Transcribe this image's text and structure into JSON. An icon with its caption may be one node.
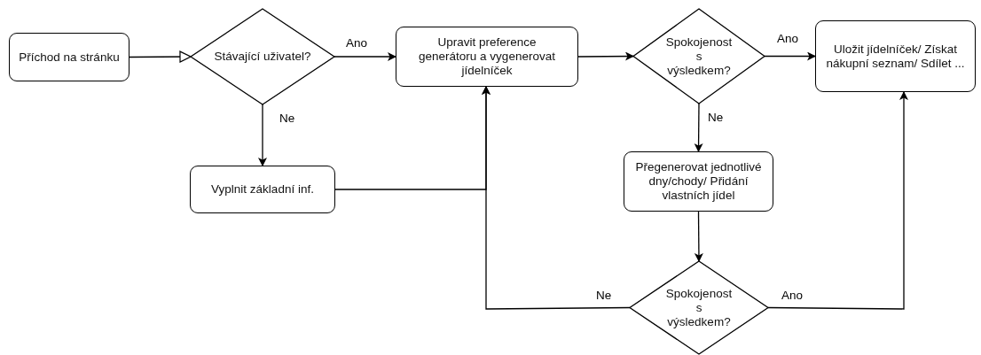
{
  "diagram": {
    "nodes": [
      {
        "text": [
          "Příchod na stránku"
        ]
      },
      {
        "text": [
          "Stávající uživatel?"
        ]
      },
      {
        "text": [
          "Upravit preference generátoru a vygenerovat jídelníček"
        ]
      },
      {
        "text": [
          "Spokojenost s výsledkem?"
        ]
      },
      {
        "text": [
          "Uložit jídelníček/ Získat nákupní seznam/ Sdílet ..."
        ]
      },
      {
        "text": [
          "Vyplnit základní inf."
        ]
      },
      {
        "text": [
          "Přegenerovat jednotlivé dny/chody/ Přidání vlastních jídel"
        ]
      },
      {
        "text": [
          "Spokojenost s výsledkem?"
        ]
      }
    ],
    "edges": [
      {
        "from": 0,
        "to": 1,
        "arrow": "to"
      },
      {
        "from": 1,
        "to": 2,
        "arrow": "to",
        "label": "Ano"
      },
      {
        "from": 1,
        "to": 5,
        "arrow": "to",
        "label": "Ne"
      },
      {
        "from": 5,
        "to": 2,
        "arrow": "to"
      },
      {
        "from": 2,
        "to": 3,
        "arrow": "to"
      },
      {
        "from": 3,
        "to": 4,
        "arrow": "to",
        "label": "Ano"
      },
      {
        "from": 3,
        "to": 6,
        "arrow": "to",
        "label": "Ne"
      },
      {
        "from": 6,
        "to": 7,
        "arrow": "to"
      },
      {
        "from": 7,
        "to": 2,
        "arrow": "to",
        "label": "Ne"
      },
      {
        "from": 7,
        "to": 4,
        "arrow": "to",
        "label": "Ano"
      }
    ]
  }
}
